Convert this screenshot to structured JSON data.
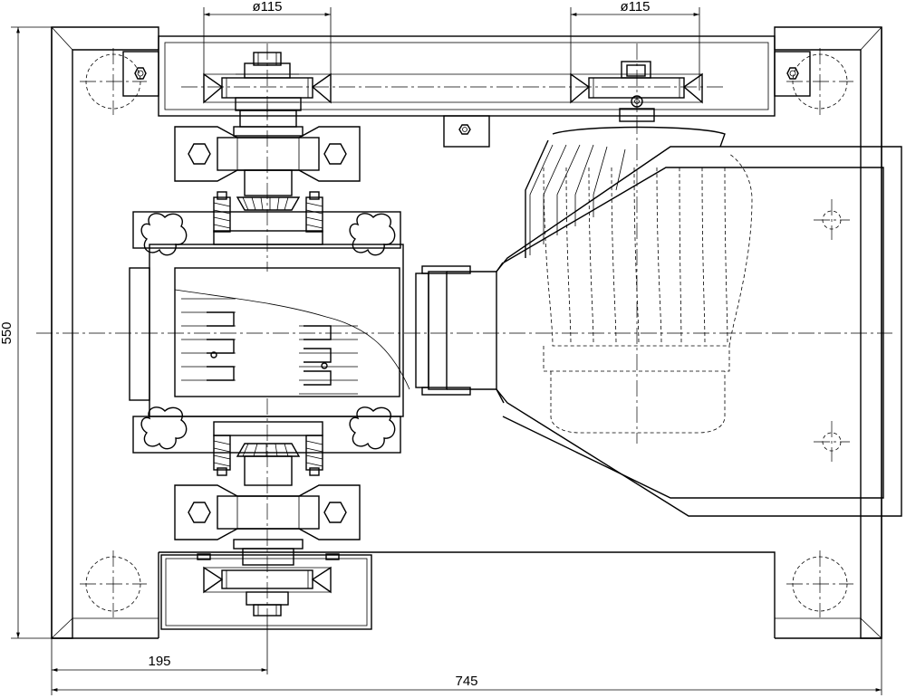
{
  "dimensions": {
    "pulley_left_diameter": "ø115",
    "pulley_right_diameter": "ø115",
    "frame_height": "550",
    "offset_left": "195",
    "frame_width": "745"
  }
}
